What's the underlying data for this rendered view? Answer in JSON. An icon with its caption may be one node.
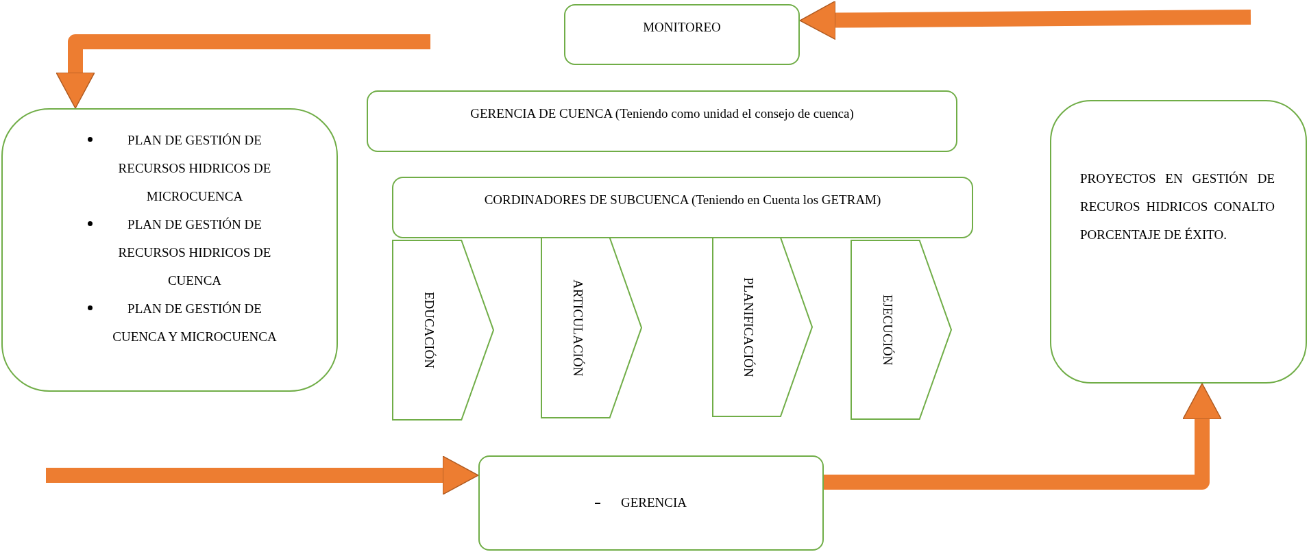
{
  "diagram": {
    "nodes": [
      {
        "text": [
          "MONITOREO"
        ]
      },
      {
        "text": [
          "GERENCIA DE CUENCA (Teniendo como unidad el consejo de cuenca)"
        ]
      },
      {
        "text": [
          "CORDINADORES DE SUBCUENCA (Teniendo en Cuenta los GETRAM)"
        ]
      },
      {
        "text": [
          "EDUCACIÓN"
        ]
      },
      {
        "text": [
          "ARTICULACIÓN"
        ]
      },
      {
        "text": [
          "PLANIFICACIÓN"
        ]
      },
      {
        "text": [
          "EJECUCIÓN"
        ]
      },
      {
        "text": [
          "PLAN DE GESTIÓN DE RECURSOS HIDRICOS DE MICROCUENCA",
          "PLAN DE GESTIÓN DE RECURSOS HIDRICOS DE CUENCA",
          "PLAN DE GESTIÓN DE CUENCA Y MICROCUENCA"
        ]
      },
      {
        "text": [
          "PROYECTOS EN GESTIÓN DE RECUROS HIDRICOS CONALTO PORCENTAJE DE ÉXITO."
        ]
      },
      {
        "text": [
          "GERENCIA"
        ]
      }
    ],
    "edges": [
      {
        "from": null,
        "to": 7,
        "arrow": "to"
      },
      {
        "from": null,
        "to": 0,
        "arrow": "to"
      },
      {
        "from": null,
        "to": 9,
        "arrow": "to"
      },
      {
        "from": 9,
        "to": 8,
        "arrow": "to"
      }
    ]
  }
}
